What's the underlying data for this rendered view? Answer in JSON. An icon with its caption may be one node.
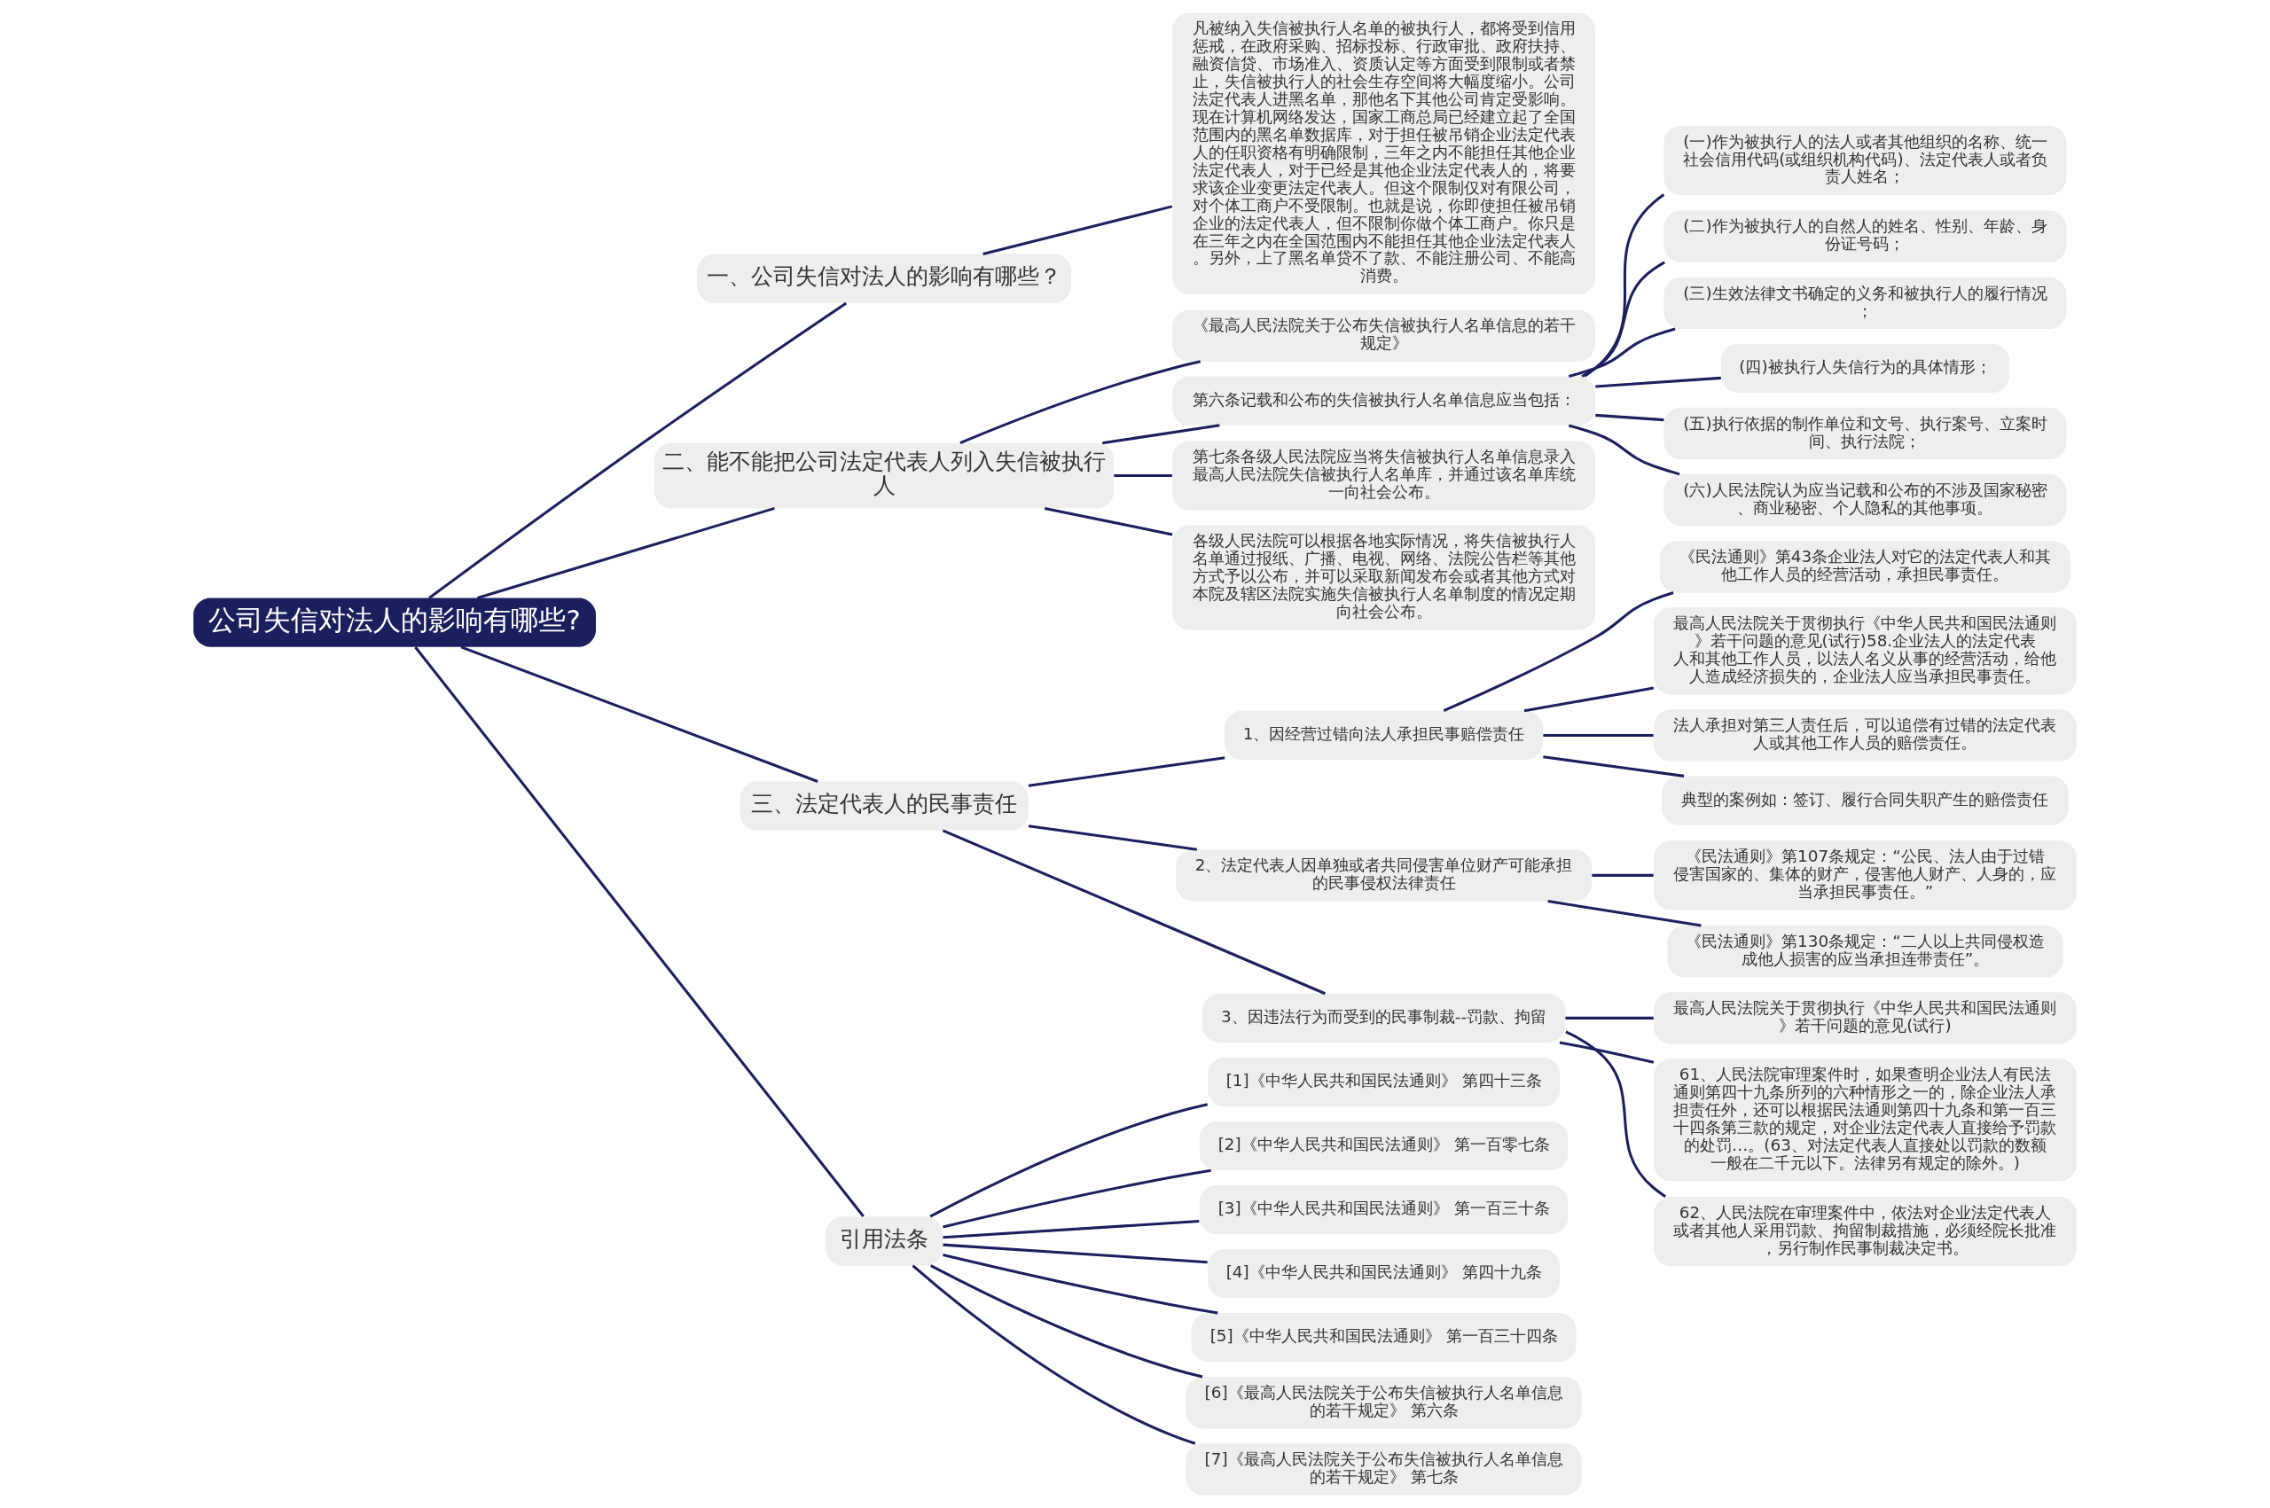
{
  "diagram": {
    "nodes": [
      {
        "text": [
          "公司失信对法人的影响有哪些?"
        ]
      },
      {
        "text": [
          "一、公司失信对法人的影响有哪些？"
        ]
      },
      {
        "text": [
          "凡被纳入失信被执行人名单的被执行人，都将受到信用惩戒，在政府采购、招标投标、行政审批、政府扶持、融资信贷、市场准入、资质认定等方面受到限制或者禁止，失信被执行人的社会生存空间将大幅度缩小。公司法定代表人进黑名单，那他名下其他公司肯定受影响。现在计算机网络发达，国家工商总局已经建立起了全国范围内的黑名单数据库，对于担任被吊销企业法定代表人的任职资格有明确限制，三年之内不能担任其他企业法定代表人，对于已经是其他企业法定代表人的，将要求该企业变更法定代表人。但这个限制仅对有限公司，对个体工商户不受限制。也就是说，你即使担任被吊销企业的法定代表人，但不限制你做个体工商户。你只是在三年之内在全国范围内不能担任其他企业法定代表人。另外，上了黑名单贷不了款、不能注册公司、不能高消费。"
        ]
      },
      {
        "text": [
          "二、能不能把公司法定代表人列入失信被执行人"
        ]
      },
      {
        "text": [
          "《最高人民法院关于公布失信被执行人名单信息的若干规定》"
        ]
      },
      {
        "text": [
          "第六条记载和公布的失信被执行人名单信息应当包括："
        ]
      },
      {
        "text": [
          "(一)作为被执行人的法人或者其他组织的名称、统一社会信用代码(或组织机构代码)、法定代表人或者负责人姓名；"
        ]
      },
      {
        "text": [
          "(二)作为被执行人的自然人的姓名、性别、年龄、身份证号码；"
        ]
      },
      {
        "text": [
          "(三)生效法律文书确定的义务和被执行人的履行情况；"
        ]
      },
      {
        "text": [
          "(四)被执行人失信行为的具体情形；"
        ]
      },
      {
        "text": [
          "(五)执行依据的制作单位和文号、执行案号、立案时间、执行法院；"
        ]
      },
      {
        "text": [
          "(六)人民法院认为应当记载和公布的不涉及国家秘密、商业秘密、个人隐私的其他事项。"
        ]
      },
      {
        "text": [
          "第七条各级人民法院应当将失信被执行人名单信息录入最高人民法院失信被执行人名单库，并通过该名单库统一向社会公布。"
        ]
      },
      {
        "text": [
          "各级人民法院可以根据各地实际情况，将失信被执行人名单通过报纸、广播、电视、网络、法院公告栏等其他方式予以公布，并可以采取新闻发布会或者其他方式对本院及辖区法院实施失信被执行人名单制度的情况定期向社会公布。"
        ]
      },
      {
        "text": [
          "三、法定代表人的民事责任"
        ]
      },
      {
        "text": [
          "1、因经营过错向法人承担民事赔偿责任"
        ]
      },
      {
        "text": [
          "《民法通则》第43条企业法人对它的法定代表人和其他工作人员的经营活动，承担民事责任。"
        ]
      },
      {
        "text": [
          "最高人民法院关于贯彻执行《中华人民共和国民法通则》若干问题的意见(试行)58.企业法人的法定代表人和其他工作人员，以法人名义从事的经营活动，给他人造成经济损失的，企业法人应当承担民事责任。"
        ]
      },
      {
        "text": [
          "法人承担对第三人责任后，可以追偿有过错的法定代表人或其他工作人员的赔偿责任。"
        ]
      },
      {
        "text": [
          "典型的案例如：签订、履行合同失职产生的赔偿责任"
        ]
      },
      {
        "text": [
          "2、法定代表人因单独或者共同侵害单位财产可能承担的民事侵权法律责任"
        ]
      },
      {
        "text": [
          "《民法通则》第107条规定：“公民、法人由于过错侵害国家的、集体的财产，侵害他人财产、人身的，应当承担民事责任。”"
        ]
      },
      {
        "text": [
          "《民法通则》第130条规定：“二人以上共同侵权造成他人损害的应当承担连带责任”。"
        ]
      },
      {
        "text": [
          "3、因违法行为而受到的民事制裁--罚款、拘留"
        ]
      },
      {
        "text": [
          "最高人民法院关于贯彻执行《中华人民共和国民法通则》若干问题的意见(试行)"
        ]
      },
      {
        "text": [
          "61、人民法院审理案件时，如果查明企业法人有民法通则第四十九条所列的六种情形之一的，除企业法人承担责任外，还可以根据民法通则第四十九条和第一百三十四条第三款的规定，对企业法定代表人直接给予罚款的处罚…。(63、对法定代表人直接处以罚款的数额一般在二千元以下。法律另有规定的除外。)"
        ]
      },
      {
        "text": [
          "62、人民法院在审理案件中，依法对企业法定代表人或者其他人采用罚款、拘留制裁措施，必须经院长批准，另行制作民事制裁决定书。"
        ]
      },
      {
        "text": [
          "引用法条"
        ]
      },
      {
        "text": [
          "[1]《中华人民共和国民法通则》 第四十三条"
        ]
      },
      {
        "text": [
          "[2]《中华人民共和国民法通则》 第一百零七条"
        ]
      },
      {
        "text": [
          "[3]《中华人民共和国民法通则》 第一百三十条"
        ]
      },
      {
        "text": [
          "[4]《中华人民共和国民法通则》 第四十九条"
        ]
      },
      {
        "text": [
          "[5]《中华人民共和国民法通则》 第一百三十四条"
        ]
      },
      {
        "text": [
          "[6]《最高人民法院关于公布失信被执行人名单信息的若干规定》 第六条"
        ]
      },
      {
        "text": [
          "[7]《最高人民法院关于公布失信被执行人名单信息的若干规定》 第七条"
        ]
      }
    ],
    "edges": [
      {
        "from": 0,
        "to": 1,
        "arrow": "none"
      },
      {
        "from": 1,
        "to": 2,
        "arrow": "none"
      },
      {
        "from": 0,
        "to": 3,
        "arrow": "none"
      },
      {
        "from": 3,
        "to": 4,
        "arrow": "none"
      },
      {
        "from": 3,
        "to": 5,
        "arrow": "none"
      },
      {
        "from": 5,
        "to": 6,
        "arrow": "none"
      },
      {
        "from": 5,
        "to": 7,
        "arrow": "none"
      },
      {
        "from": 5,
        "to": 8,
        "arrow": "none"
      },
      {
        "from": 5,
        "to": 9,
        "arrow": "none"
      },
      {
        "from": 5,
        "to": 10,
        "arrow": "none"
      },
      {
        "from": 5,
        "to": 11,
        "arrow": "none"
      },
      {
        "from": 3,
        "to": 12,
        "arrow": "none"
      },
      {
        "from": 3,
        "to": 13,
        "arrow": "none"
      },
      {
        "from": 0,
        "to": 14,
        "arrow": "none"
      },
      {
        "from": 14,
        "to": 15,
        "arrow": "none"
      },
      {
        "from": 15,
        "to": 16,
        "arrow": "none"
      },
      {
        "from": 15,
        "to": 17,
        "arrow": "none"
      },
      {
        "from": 15,
        "to": 18,
        "arrow": "none"
      },
      {
        "from": 15,
        "to": 19,
        "arrow": "none"
      },
      {
        "from": 14,
        "to": 20,
        "arrow": "none"
      },
      {
        "from": 20,
        "to": 21,
        "arrow": "none"
      },
      {
        "from": 20,
        "to": 22,
        "arrow": "none"
      },
      {
        "from": 14,
        "to": 23,
        "arrow": "none"
      },
      {
        "from": 23,
        "to": 24,
        "arrow": "none"
      },
      {
        "from": 23,
        "to": 25,
        "arrow": "none"
      },
      {
        "from": 23,
        "to": 26,
        "arrow": "none"
      },
      {
        "from": 0,
        "to": 27,
        "arrow": "none"
      },
      {
        "from": 27,
        "to": 28,
        "arrow": "none"
      },
      {
        "from": 27,
        "to": 29,
        "arrow": "none"
      },
      {
        "from": 27,
        "to": 30,
        "arrow": "none"
      },
      {
        "from": 27,
        "to": 31,
        "arrow": "none"
      },
      {
        "from": 27,
        "to": 32,
        "arrow": "none"
      },
      {
        "from": 27,
        "to": 33,
        "arrow": "none"
      },
      {
        "from": 27,
        "to": 34,
        "arrow": "none"
      }
    ]
  }
}
